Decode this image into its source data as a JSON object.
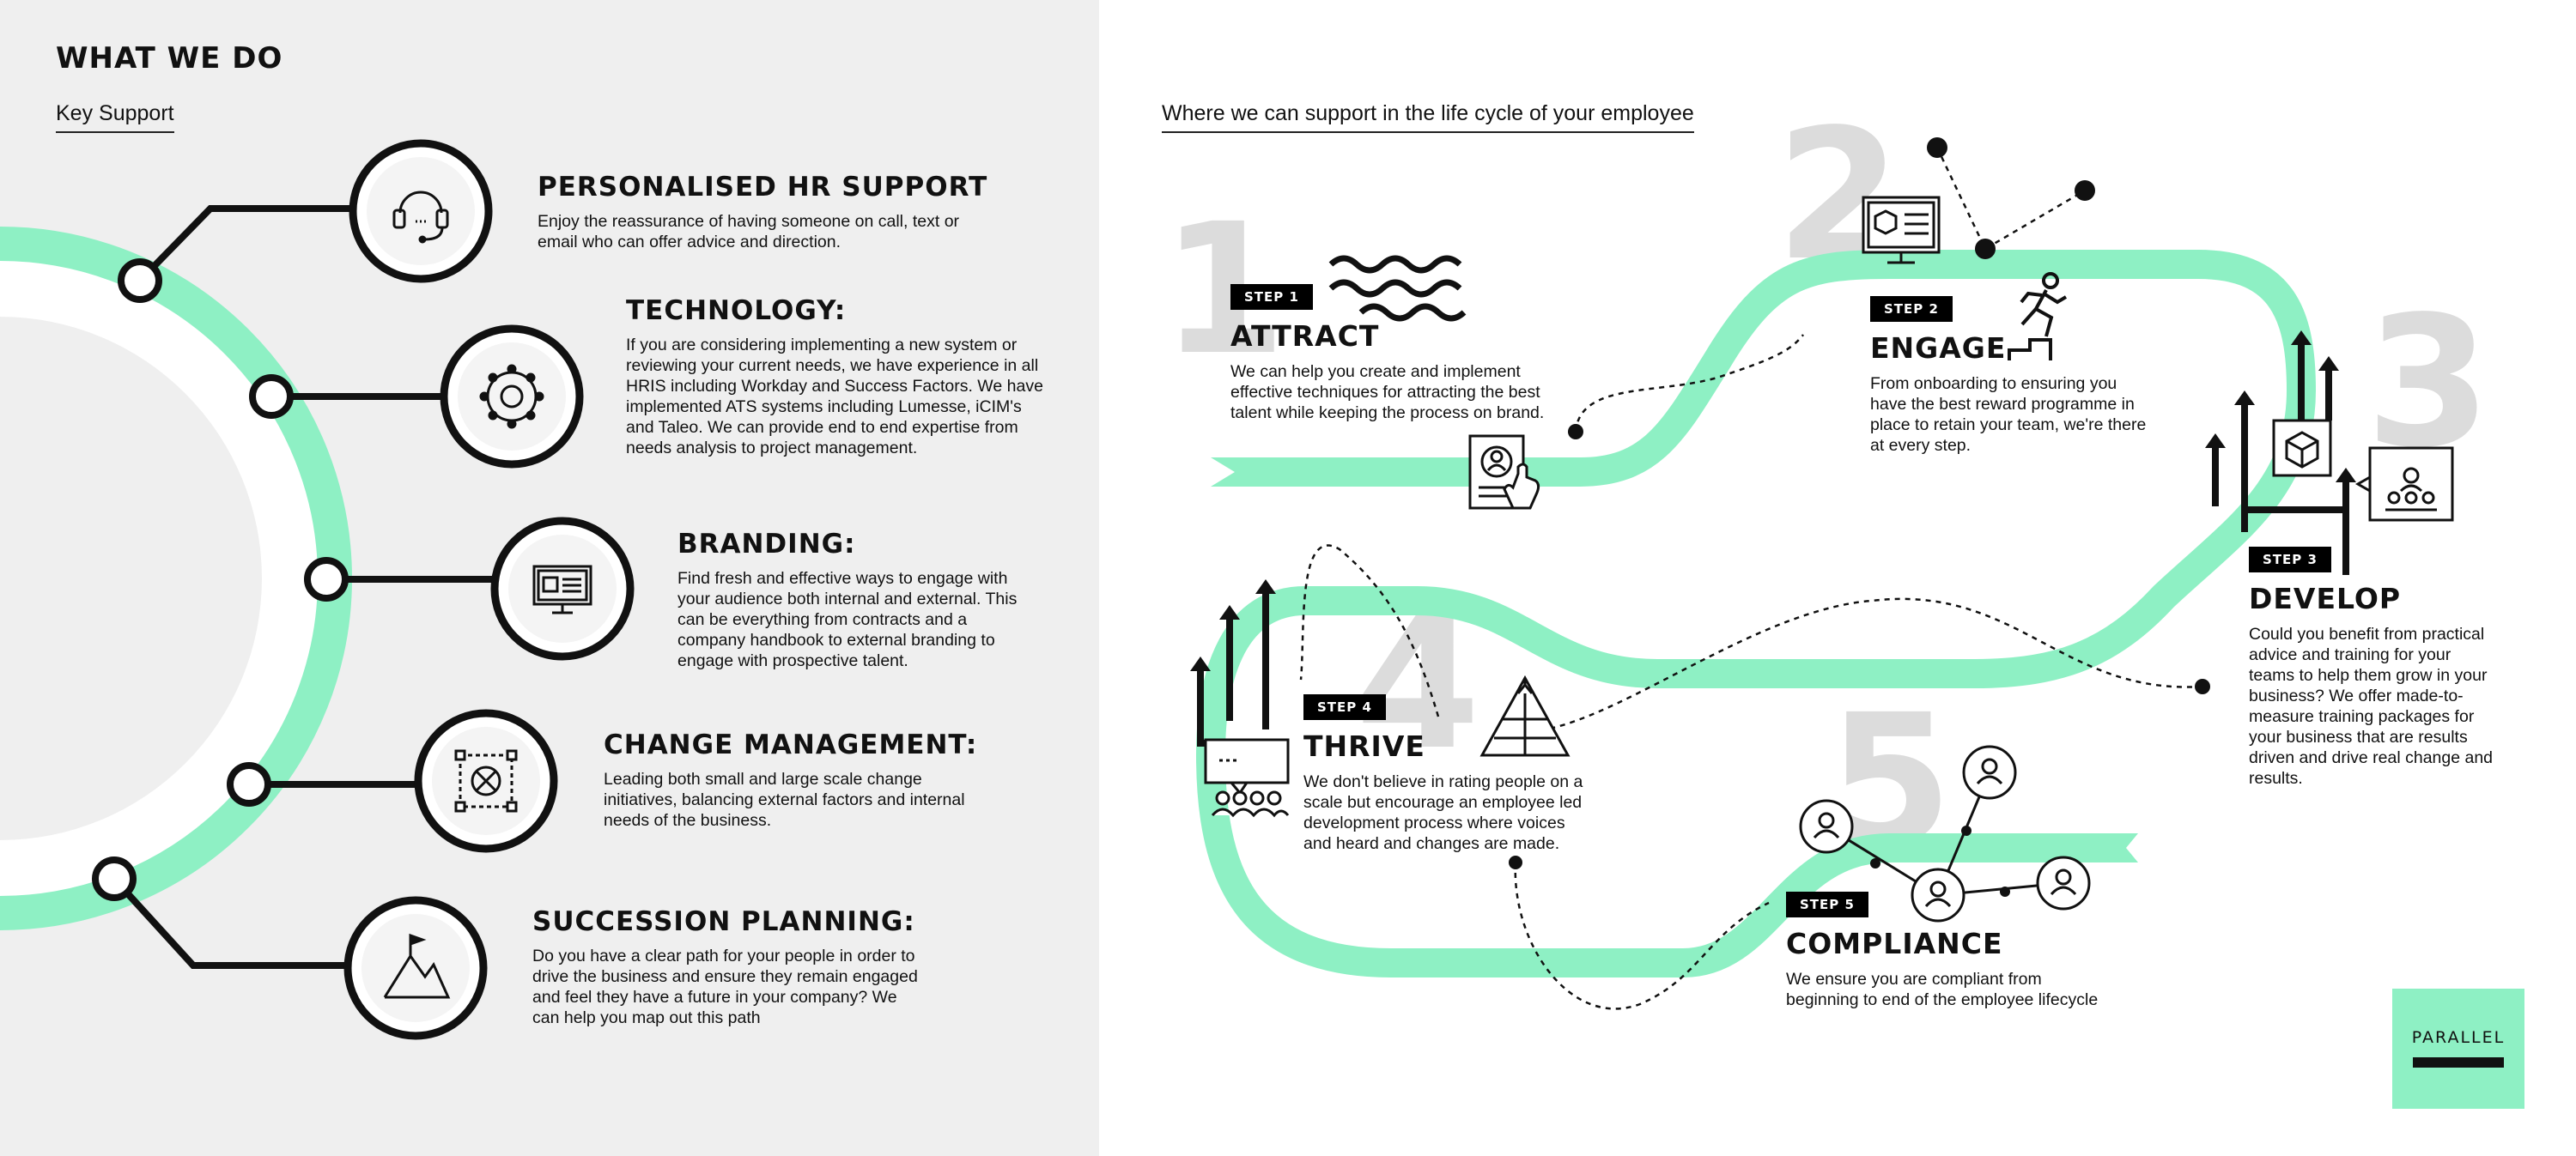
{
  "colors": {
    "accent": "#8ef0c4",
    "left_bg": "#efefef",
    "ink": "#111111",
    "big_number": "#dcdcdc"
  },
  "left": {
    "heading": "WHAT WE DO",
    "subheading": "Key Support",
    "services": [
      {
        "title": "PERSONALISED HR SUPPORT",
        "desc": "Enjoy the reassurance of having someone on call, text or email who can offer advice and direction.",
        "icon": "headset-icon"
      },
      {
        "title": "TECHNOLOGY:",
        "desc": "If you are considering implementing a new system or reviewing your current needs, we have experience in all HRIS including Workday and Success Factors. We have implemented ATS systems including Lumesse, iCIM's and Taleo. We can provide end to end expertise from needs analysis to project management.",
        "icon": "network-gear-icon"
      },
      {
        "title": "BRANDING:",
        "desc": "Find fresh and effective ways to engage with your audience both internal and external. This can be everything from contracts and a company handbook to external branding to engage with prospective talent.",
        "icon": "monitor-icon"
      },
      {
        "title": "CHANGE MANAGEMENT:",
        "desc": "Leading both small and large scale change initiatives, balancing external factors and internal needs of the business.",
        "icon": "transform-icon"
      },
      {
        "title": "SUCCESSION PLANNING:",
        "desc": "Do you have a clear path for your people in order to drive the business and ensure they remain engaged and feel they have a future in your company? We can help you map out this path",
        "icon": "mountain-flag-icon"
      }
    ]
  },
  "right": {
    "subheading": "Where we can support in the life cycle of your employee",
    "steps": [
      {
        "number": "1",
        "badge": "STEP 1",
        "title": "ATTRACT",
        "desc": "We can help you create and implement effective techniques for attracting the best talent while keeping the process on brand."
      },
      {
        "number": "2",
        "badge": "STEP 2",
        "title": "ENGAGE",
        "desc": "From onboarding to ensuring you have the best reward programme in place to retain your team, we're there at every step."
      },
      {
        "number": "3",
        "badge": "STEP 3",
        "title": "DEVELOP",
        "desc": "Could you benefit from practical advice and training for your teams to help them grow in your business? We offer made-to-measure training packages for your business that are results driven and drive real change and results."
      },
      {
        "number": "4",
        "badge": "STEP 4",
        "title": "THRIVE",
        "desc": "We don't believe in rating people on a scale but encourage an employee led development process where voices and heard and changes are made."
      },
      {
        "number": "5",
        "badge": "STEP 5",
        "title": "COMPLIANCE",
        "desc": "We ensure you are compliant from beginning to end of the employee lifecycle"
      }
    ],
    "brand": "PARALLEL"
  }
}
